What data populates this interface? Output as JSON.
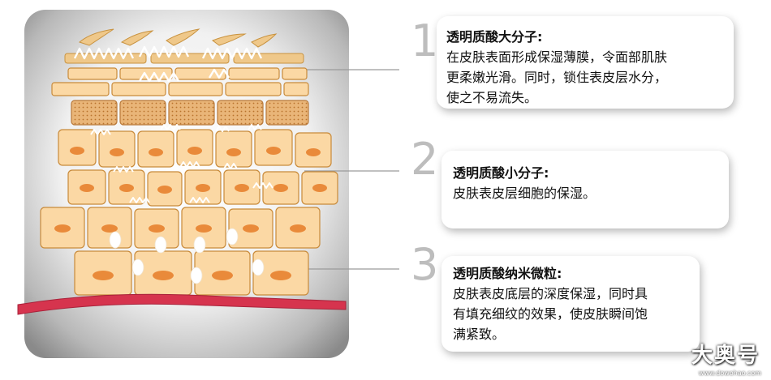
{
  "callouts": [
    {
      "number": "1",
      "title": "透明质酸大分子:",
      "lines": [
        "在皮肤表面形成保湿薄膜，令面部肌肤",
        "更柔嫩光滑。同时，锁住表皮层水分，",
        "使之不易流失。"
      ]
    },
    {
      "number": "2",
      "title": "透明质酸小分子:",
      "lines": [
        "皮肤表皮层细胞的保湿。"
      ]
    },
    {
      "number": "3",
      "title": "透明质酸纳米微粒:",
      "lines": [
        "皮肤表皮底层的深度保湿，同时具",
        "有填充细纹的效果，使皮肤瞬间饱",
        "满紧致。"
      ]
    }
  ],
  "watermark": {
    "brand": "大奥号",
    "site": "www.dowohao.com"
  },
  "colors": {
    "panel": "#8c8c8c",
    "cell_fill": "#fbd8a4",
    "cell_stroke": "#c88a3a",
    "nucleus": "#e98a3a",
    "granular": "#e8b074",
    "molecule": "#ffffff",
    "flake": "#efc88a",
    "base_line": "#d6344e",
    "number_gray": "#bdbdbd"
  },
  "icons": [
    "wavy-molecule-icon",
    "nanoparticle-icon"
  ]
}
